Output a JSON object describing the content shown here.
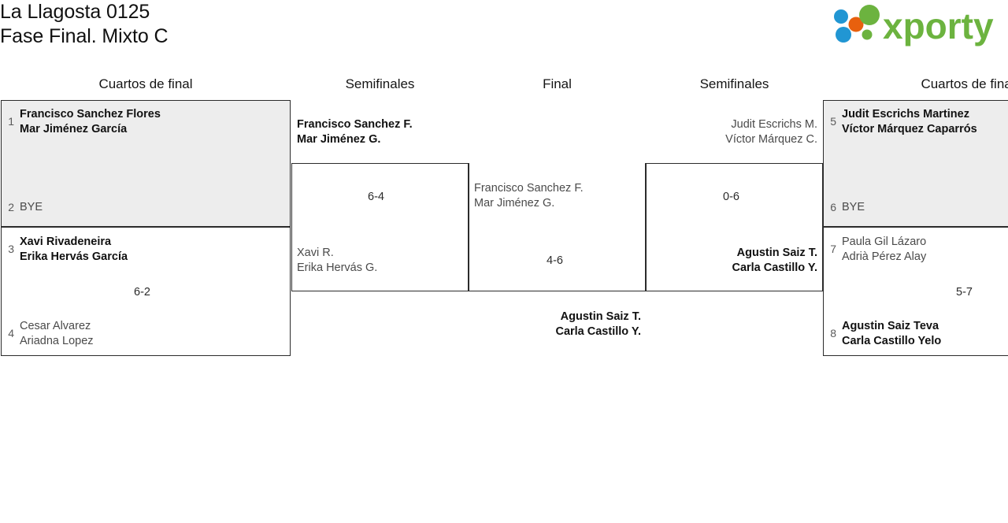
{
  "header": {
    "title_line1": "La Llagosta 0125",
    "title_line2": "Fase Final. Mixto C",
    "brand": "xporty",
    "brand_colors": {
      "green": "#6cb33f",
      "blue": "#2196d3",
      "orange": "#e8600e"
    }
  },
  "rounds": [
    {
      "id": "qf-left",
      "label": "Cuartos de final"
    },
    {
      "id": "sf-left",
      "label": "Semifinales"
    },
    {
      "id": "final",
      "label": "Final"
    },
    {
      "id": "sf-right",
      "label": "Semifinales"
    },
    {
      "id": "qf-right",
      "label": "Cuartos de final"
    }
  ],
  "bracket": {
    "qf_left": [
      {
        "seed_top": "1",
        "top_names": [
          "Francisco Sanchez Flores",
          "Mar Jiménez García"
        ],
        "seed_bottom": "2",
        "bottom_names": [
          "BYE"
        ],
        "score": "",
        "winner": "top",
        "shaded": true
      },
      {
        "seed_top": "3",
        "top_names": [
          "Xavi Rivadeneira",
          "Erika Hervás García"
        ],
        "seed_bottom": "4",
        "bottom_names": [
          "Cesar Alvarez",
          "Ariadna Lopez"
        ],
        "score": "6-2",
        "winner": "top",
        "shaded": false
      }
    ],
    "sf_left": {
      "top_names": [
        "Francisco Sanchez F.",
        "Mar Jiménez G."
      ],
      "bottom_names": [
        "Xavi R.",
        "Erika Hervás G."
      ],
      "score": "6-4",
      "winner": "top"
    },
    "final": {
      "top_names": [
        "Francisco Sanchez F.",
        "Mar Jiménez G."
      ],
      "bottom_names": [
        "Agustin Saiz T.",
        "Carla Castillo Y."
      ],
      "score": "4-6",
      "winner": "bottom"
    },
    "sf_right": {
      "top_names": [
        "Judit Escrichs M.",
        "Víctor Márquez C."
      ],
      "bottom_names": [
        "Agustin Saiz T.",
        "Carla Castillo Y."
      ],
      "score": "0-6",
      "winner": "bottom"
    },
    "qf_right": [
      {
        "seed_top": "5",
        "top_names": [
          "Judit Escrichs Martinez",
          "Víctor Márquez Caparrós"
        ],
        "seed_bottom": "6",
        "bottom_names": [
          "BYE"
        ],
        "score": "",
        "winner": "top",
        "shaded": true
      },
      {
        "seed_top": "7",
        "top_names": [
          "Paula Gil Lázaro",
          "Adrià Pérez Alay"
        ],
        "seed_bottom": "8",
        "bottom_names": [
          "Agustin Saiz Teva",
          "Carla Castillo Yelo"
        ],
        "score": "5-7",
        "winner": "bottom",
        "shaded": false
      }
    ]
  }
}
